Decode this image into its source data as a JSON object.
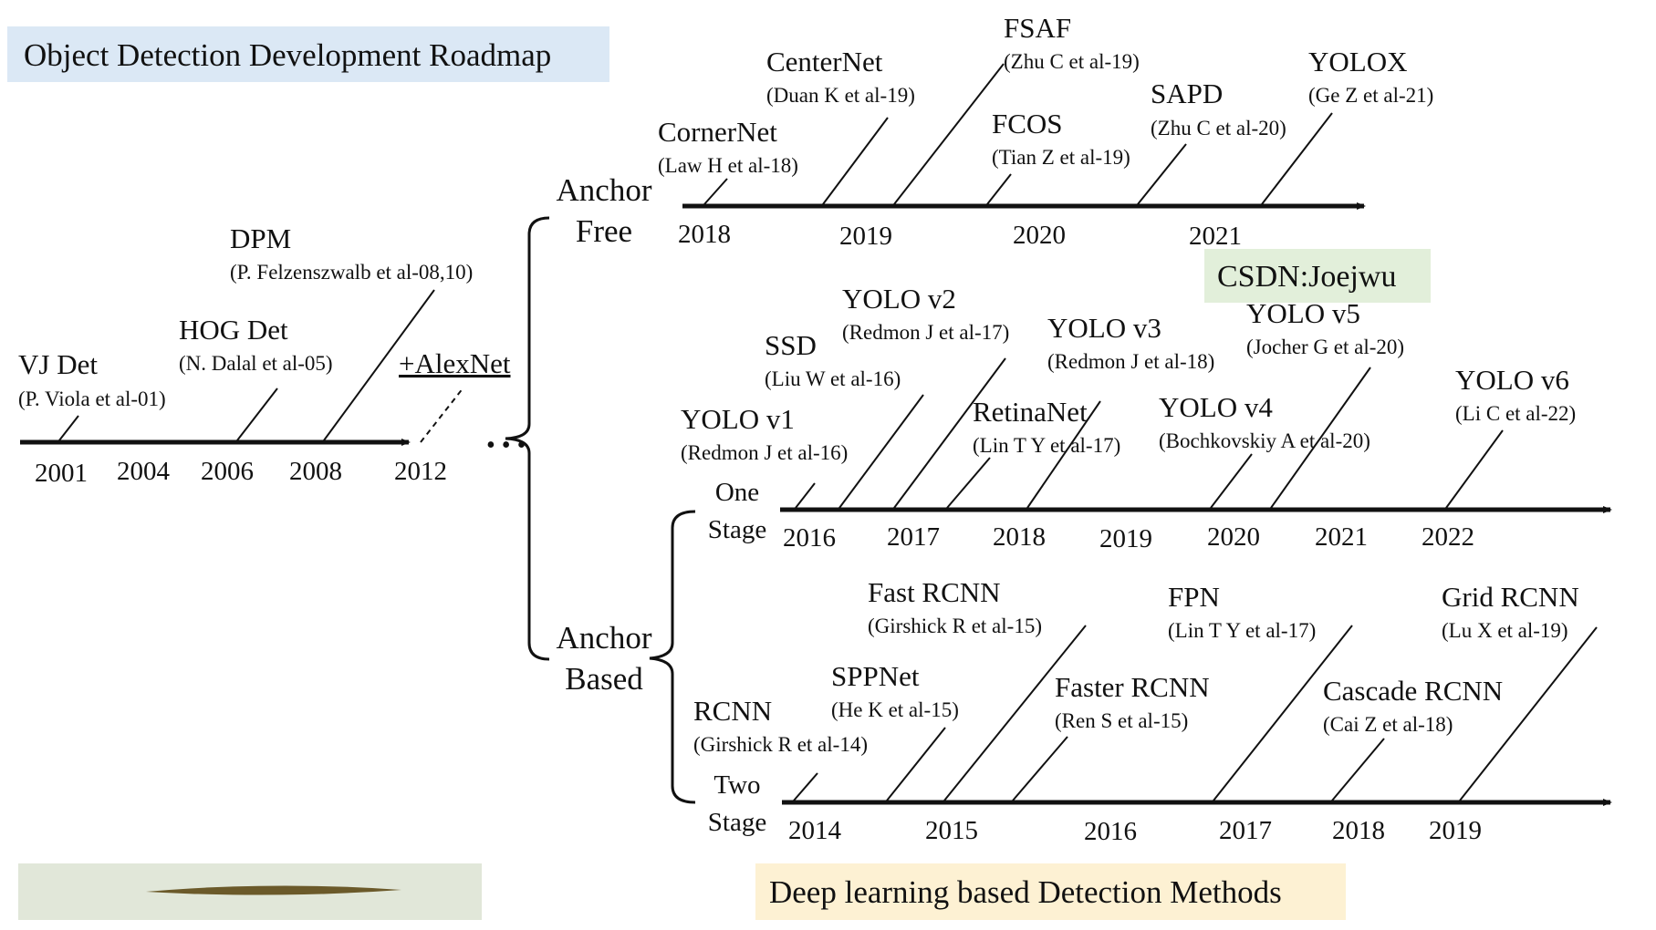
{
  "title": "Object Detection Development Roadmap",
  "watermark": "CSDN:Joejwu",
  "footer": "Deep learning based Detection Methods",
  "colors": {
    "title_bg": "#dbe8f5",
    "watermark_bg": "#e2efda",
    "footer_bg": "#fdf1d3",
    "ink": "#111111"
  },
  "traditional": {
    "years": [
      "2001",
      "2004",
      "2006",
      "2008",
      "2012"
    ],
    "ellipsis": "• • •",
    "alexnet": "+AlexNet",
    "methods": [
      {
        "name": "VJ Det",
        "cite": "(P. Viola et al-01)"
      },
      {
        "name": "HOG Det",
        "cite": "(N. Dalal et al-05)"
      },
      {
        "name": "DPM",
        "cite": "(P. Felzenszwalb et al-08,10)"
      }
    ]
  },
  "anchor_free": {
    "label_line1": "Anchor",
    "label_line2": "Free",
    "years": [
      "2018",
      "2019",
      "2020",
      "2021"
    ],
    "methods": [
      {
        "name": "CornerNet",
        "cite": "(Law H et al-18)"
      },
      {
        "name": "CenterNet",
        "cite": "(Duan K et al-19)"
      },
      {
        "name": "FSAF",
        "cite": "(Zhu C et al-19)"
      },
      {
        "name": "FCOS",
        "cite": "(Tian Z et al-19)"
      },
      {
        "name": "SAPD",
        "cite": "(Zhu C et al-20)"
      },
      {
        "name": "YOLOX",
        "cite": "(Ge Z et al-21)"
      }
    ]
  },
  "anchor_based": {
    "label_line1": "Anchor",
    "label_line2": "Based",
    "one_stage": {
      "label_line1": "One",
      "label_line2": "Stage",
      "years": [
        "2016",
        "2017",
        "2018",
        "2019",
        "2020",
        "2021",
        "2022"
      ],
      "methods": [
        {
          "name": "YOLO v1",
          "cite": "(Redmon J et al-16)"
        },
        {
          "name": "SSD",
          "cite": "(Liu W et al-16)"
        },
        {
          "name": "YOLO v2",
          "cite": "(Redmon J et al-17)"
        },
        {
          "name": "RetinaNet",
          "cite": "(Lin T Y et al-17)"
        },
        {
          "name": "YOLO v3",
          "cite": "(Redmon J et al-18)"
        },
        {
          "name": "YOLO v4",
          "cite": "(Bochkovskiy A et al-20)"
        },
        {
          "name": "YOLO v5",
          "cite": "(Jocher G et al-20)"
        },
        {
          "name": "YOLO v6",
          "cite": "(Li C et al-22)"
        }
      ]
    },
    "two_stage": {
      "label_line1": "Two",
      "label_line2": "Stage",
      "years": [
        "2014",
        "2015",
        "2016",
        "2017",
        "2018",
        "2019"
      ],
      "methods": [
        {
          "name": "RCNN",
          "cite": "(Girshick R et al-14)"
        },
        {
          "name": "SPPNet",
          "cite": "(He K et al-15)"
        },
        {
          "name": "Fast RCNN",
          "cite": "(Girshick R et al-15)"
        },
        {
          "name": "Faster RCNN",
          "cite": "(Ren S et al-15)"
        },
        {
          "name": "FPN",
          "cite": "(Lin T Y et al-17)"
        },
        {
          "name": "Cascade RCNN",
          "cite": "(Cai Z et al-18)"
        },
        {
          "name": "Grid RCNN",
          "cite": "(Lu X et al-19)"
        }
      ]
    }
  }
}
